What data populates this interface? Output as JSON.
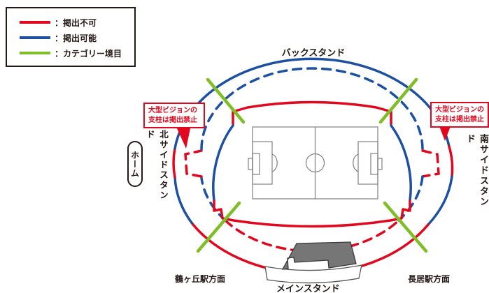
{
  "colors": {
    "red": "#e2071c",
    "blue": "#1d50a2",
    "green": "#7fbe26",
    "stand_gray": "#767676",
    "stand_outline": "#3a3a3a",
    "pitch_line": "#808080",
    "text": "#231815"
  },
  "legend": {
    "items": [
      {
        "label": "：掲出不可",
        "color": "#e2071c"
      },
      {
        "label": "：掲出可能",
        "color": "#1d50a2"
      },
      {
        "label": "：カテゴリー境目",
        "color": "#7fbe26"
      }
    ]
  },
  "stands": {
    "back": "バックスタンド",
    "main": "メインスタンド",
    "north_side": "北サイドスタンド",
    "south_side": "南サイドスタンド"
  },
  "home_badge": "ホーム",
  "directions": {
    "bottom_left": "鶴ヶ丘駅方面",
    "bottom_right": "長居駅方面"
  },
  "callouts": {
    "left": {
      "line1": "大型ビジョンの",
      "line2": "支柱は掲出禁止"
    },
    "right": {
      "line1": "大型ビジョンの",
      "line2": "支柱は掲出禁止"
    }
  }
}
